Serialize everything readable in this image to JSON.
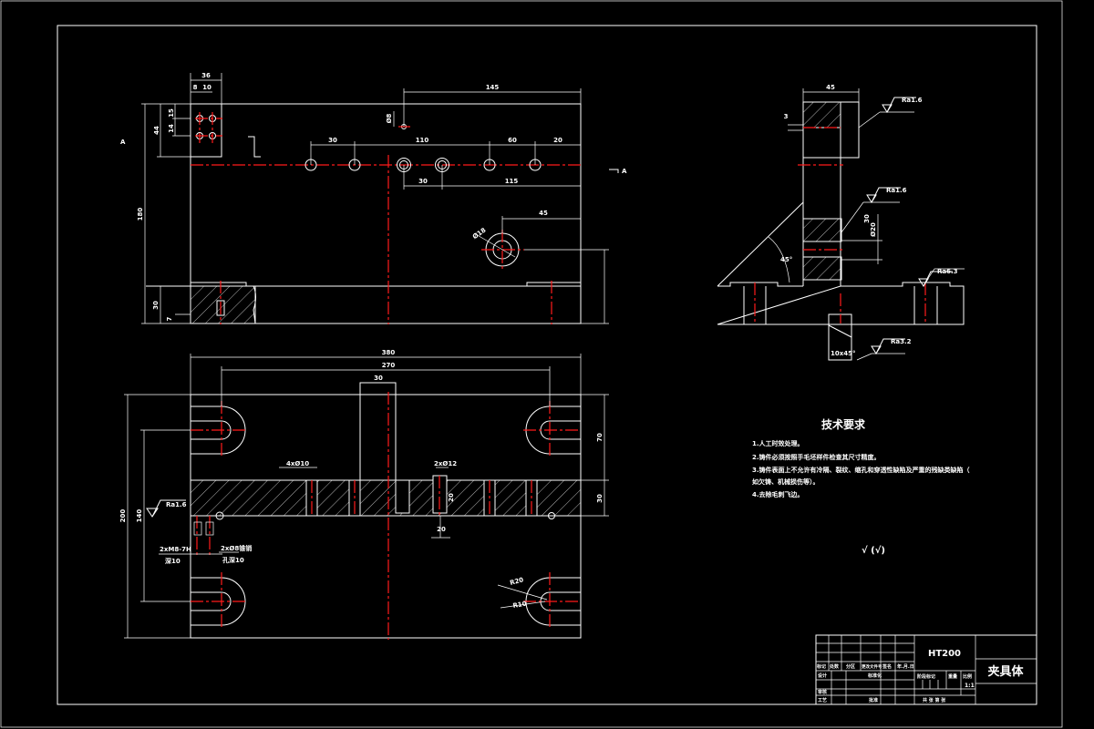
{
  "drawing": {
    "background_color": "#000000",
    "line_color": "#ffffff",
    "centerline_color": "#ff1a1a"
  },
  "front_view": {
    "dims": [
      "36",
      "8",
      "10",
      "145",
      "15",
      "14",
      "44",
      "30",
      "110",
      "60",
      "20",
      "30",
      "115",
      "180",
      "30",
      "7",
      "Ø8",
      "Ø18",
      "45",
      "A",
      "A"
    ]
  },
  "top_view": {
    "dims": [
      "380",
      "270",
      "30",
      "200",
      "140",
      "70",
      "30",
      "4xØ10",
      "2xØ12",
      "20",
      "20",
      "Ra1.6",
      "2xM8-7H",
      "深10",
      "2xØ8锥销",
      "孔深10",
      "R20",
      "R10"
    ]
  },
  "side_view": {
    "dims": [
      "45",
      "3",
      "Ra1.6",
      "Ra1.6",
      "30",
      "Ø20",
      "45°",
      "Ra6.3",
      "Ra3.2",
      "10x45°"
    ]
  },
  "technical_requirements": {
    "title": "技术要求",
    "items": [
      "1.人工时效处理。",
      "2.铸件必须按照手毛坯样件检查其尺寸精度。",
      "3.铸件表面上不允许有冷隔、裂纹、缩孔和穿透性缺陷及严重的残缺类缺陷（",
      "如欠铸、机械损伤等）。",
      "4.去除毛刺飞边。"
    ],
    "surface_symbol": "√ (√)"
  },
  "title_block": {
    "material": "HT200",
    "part_name": "夹具体",
    "headers": [
      "标记",
      "处数",
      "分区",
      "更改文件号",
      "签名",
      "年.月.日"
    ],
    "design": "设计",
    "standardization": "标准化",
    "review": "审核",
    "process": "工艺",
    "approve": "批准",
    "stage_mark": "阶段标记",
    "weight": "重量",
    "scale_label": "比例",
    "scale": "1:1",
    "sheets": "共  张  第  张"
  }
}
